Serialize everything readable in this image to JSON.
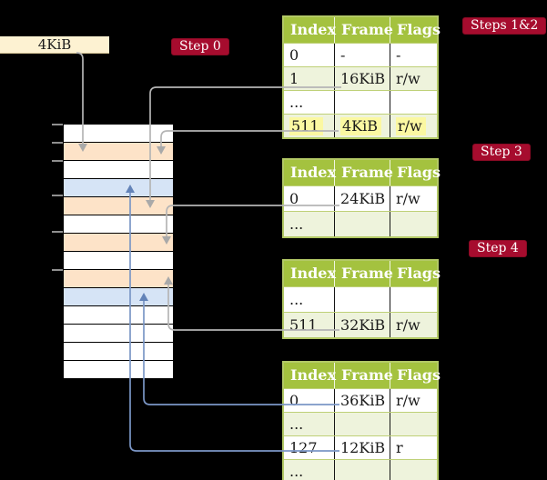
{
  "legend": {
    "frame_label": "4KiB"
  },
  "labels": {
    "step0": "Step 0",
    "steps12": "Steps 1&2",
    "step3": "Step 3",
    "step4": "Step 4"
  },
  "tables": [
    {
      "name": "page-table-step0",
      "headers": [
        "Index",
        "Frame",
        "Flags"
      ],
      "rows": [
        {
          "index": "0",
          "frame": "-",
          "flags": "-",
          "shaded": false,
          "highlight": false
        },
        {
          "index": "1",
          "frame": "16KiB",
          "flags": "r/w",
          "shaded": true,
          "highlight": false
        },
        {
          "index": "...",
          "frame": "",
          "flags": "",
          "shaded": false,
          "highlight": false
        },
        {
          "index": "511",
          "frame": "4KiB",
          "flags": "r/w",
          "shaded": true,
          "highlight": true
        }
      ]
    },
    {
      "name": "page-table-step3",
      "headers": [
        "Index",
        "Frame",
        "Flags"
      ],
      "rows": [
        {
          "index": "0",
          "frame": "24KiB",
          "flags": "r/w",
          "shaded": false,
          "highlight": false
        },
        {
          "index": "...",
          "frame": "",
          "flags": "",
          "shaded": true,
          "highlight": false
        }
      ]
    },
    {
      "name": "page-table-step4",
      "headers": [
        "Index",
        "Frame",
        "Flags"
      ],
      "rows": [
        {
          "index": "...",
          "frame": "",
          "flags": "",
          "shaded": false,
          "highlight": false
        },
        {
          "index": "511",
          "frame": "32KiB",
          "flags": "r/w",
          "shaded": true,
          "highlight": false
        }
      ]
    },
    {
      "name": "page-table-final",
      "headers": [
        "Index",
        "Frame",
        "Flags"
      ],
      "rows": [
        {
          "index": "0",
          "frame": "36KiB",
          "flags": "r/w",
          "shaded": false,
          "highlight": false
        },
        {
          "index": "...",
          "frame": "",
          "flags": "",
          "shaded": true,
          "highlight": false
        },
        {
          "index": "127",
          "frame": "12KiB",
          "flags": "r",
          "shaded": false,
          "highlight": false
        },
        {
          "index": "...",
          "frame": "",
          "flags": "",
          "shaded": true,
          "highlight": false
        }
      ]
    }
  ],
  "memory": {
    "row_colors": [
      "white",
      "peach",
      "white",
      "blue",
      "peach",
      "white",
      "peach",
      "white",
      "peach",
      "blue",
      "white",
      "white",
      "white",
      "white"
    ],
    "ticks_y": [
      137,
      157,
      177,
      215,
      255,
      297
    ]
  },
  "colors": {
    "background": "#000000",
    "table_header_green": "#a4c23f",
    "table_border_green": "#b3c966",
    "row_shaded_green": "#eef3dc",
    "highlight_yellow": "#fbf8a2",
    "frame_peach": "#fde3c8",
    "frame_blue": "#d6e4f6",
    "label_crimson": "#a60c2e",
    "legend_cream": "#fdf2d2",
    "connector_gray": "#b5b5b5",
    "connector_blue": "#7b96c6"
  }
}
